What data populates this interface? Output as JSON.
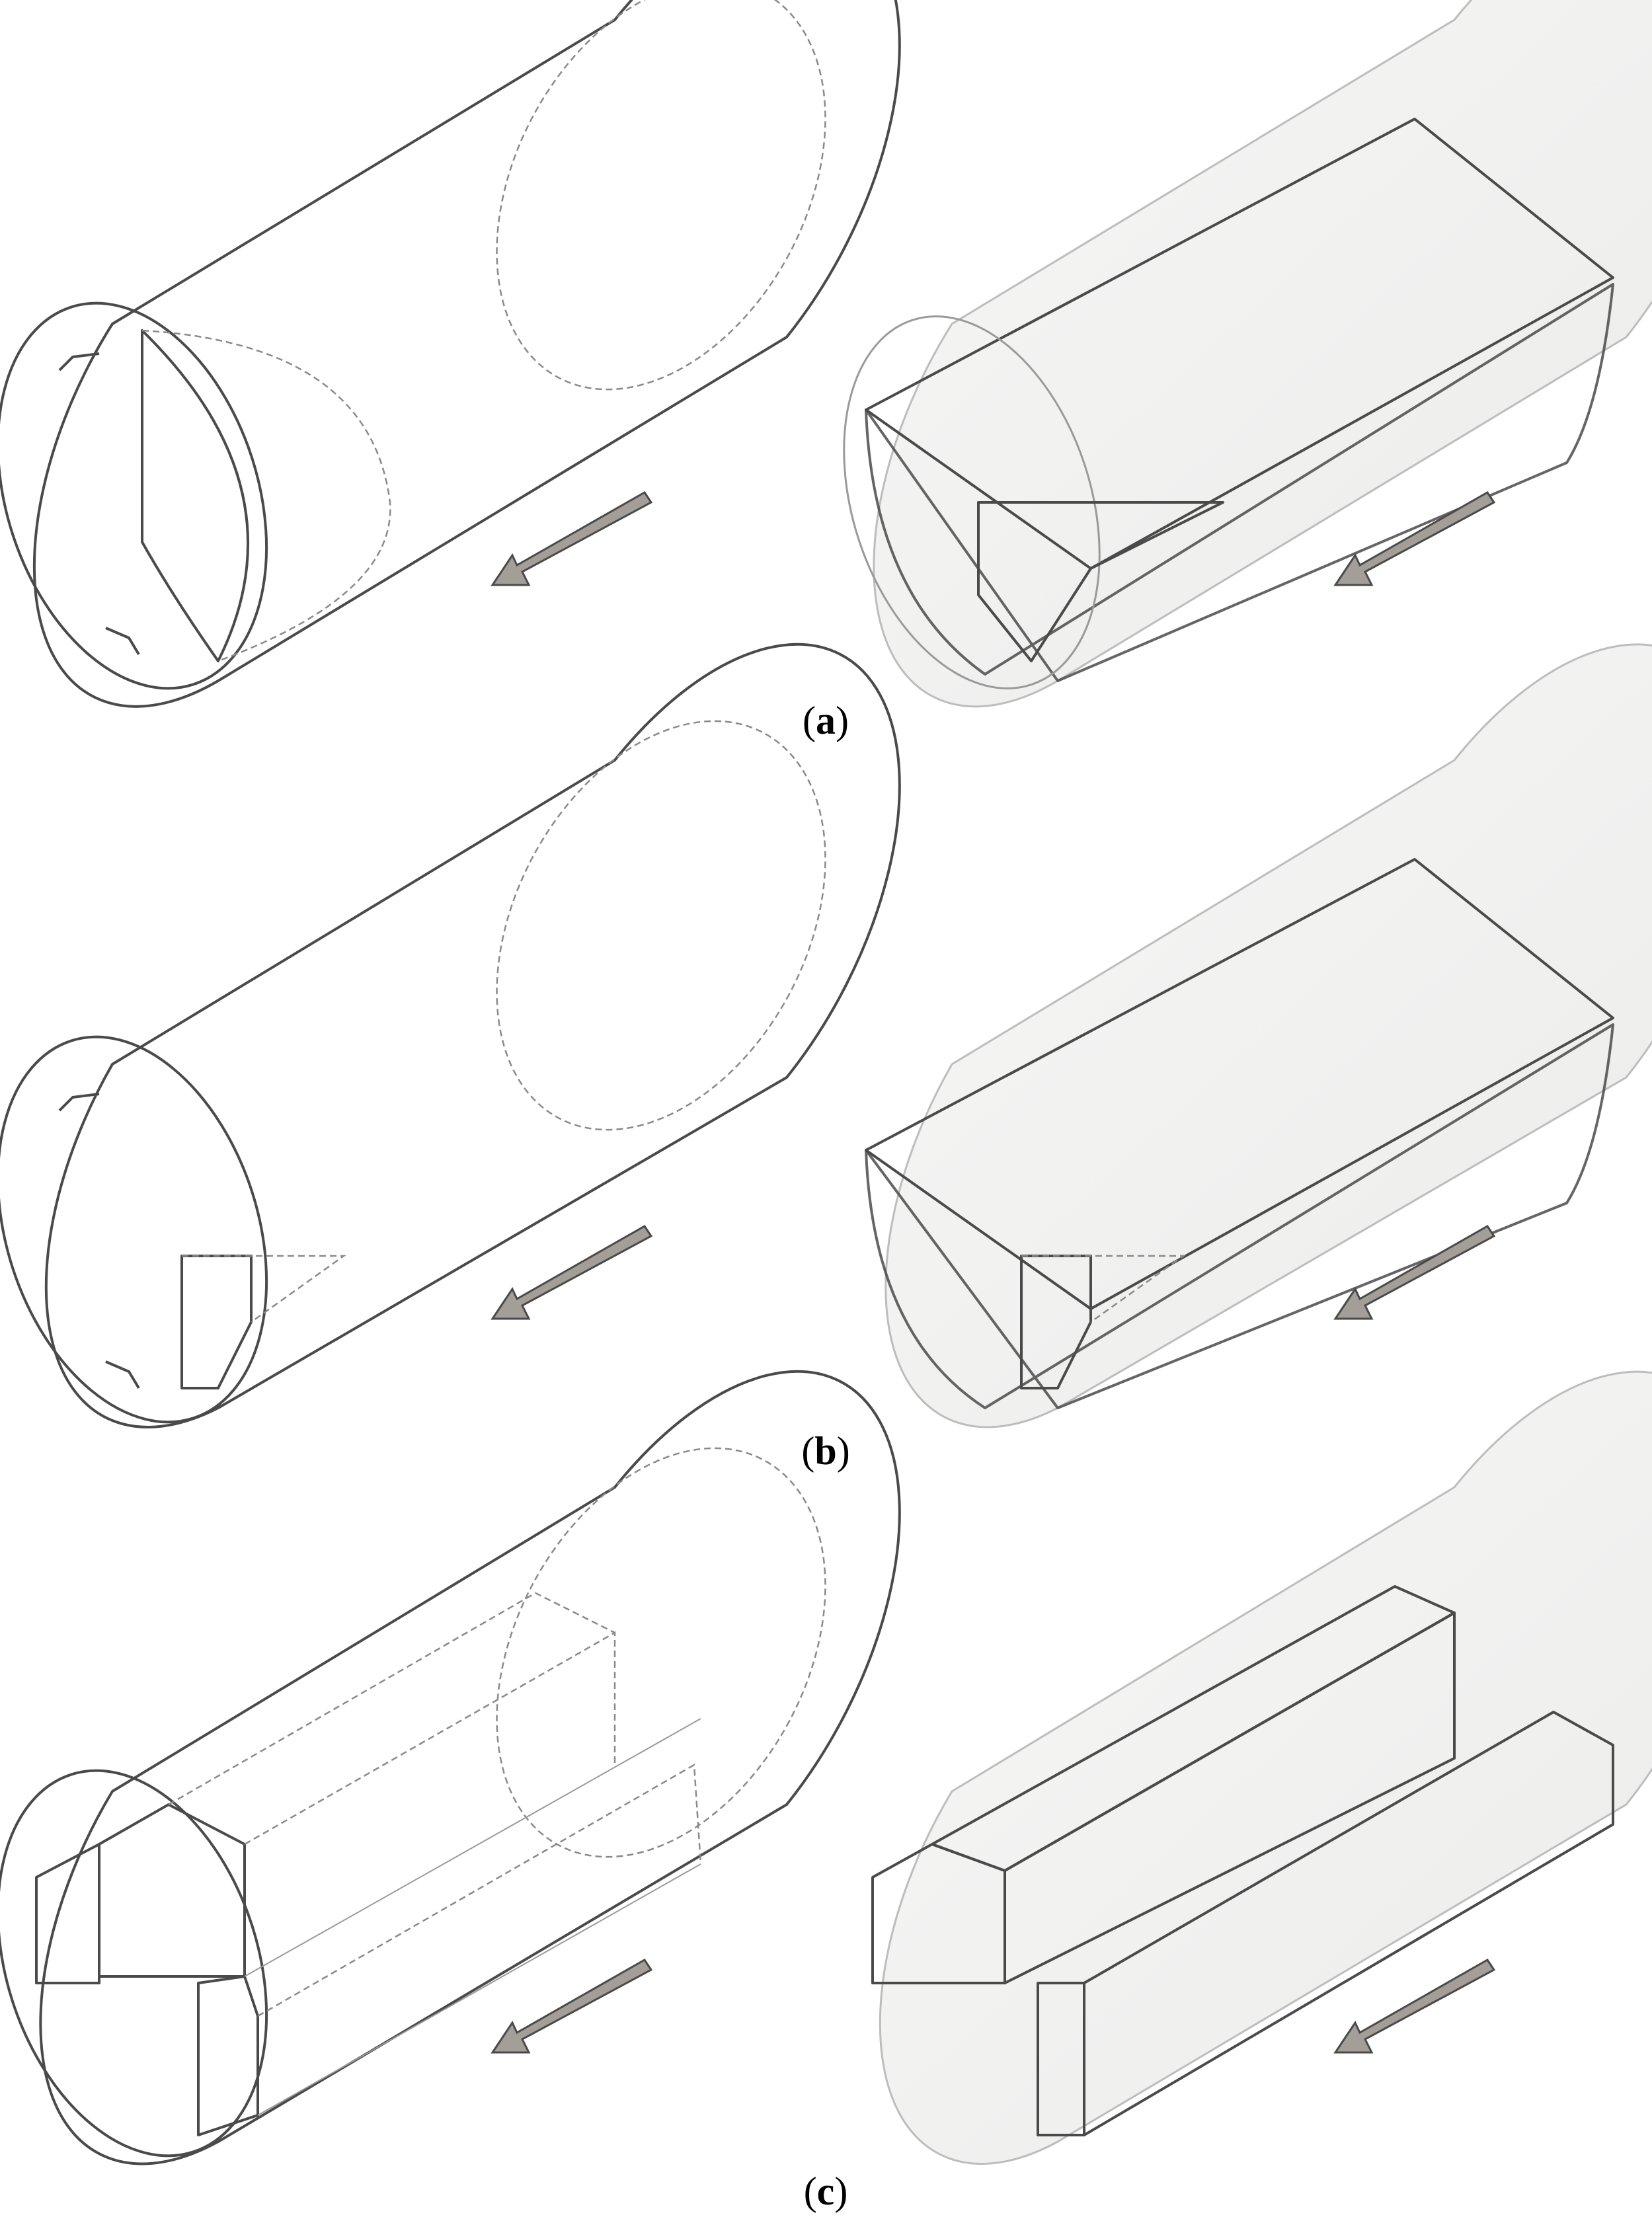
{
  "figure": {
    "panels": [
      {
        "id": "a",
        "open": "(",
        "letter": "a",
        "close": ")"
      },
      {
        "id": "b",
        "open": "(",
        "letter": "b",
        "close": ")"
      },
      {
        "id": "c",
        "open": "(",
        "letter": "c",
        "close": ")"
      }
    ],
    "colors": {
      "shell": "#cfcdc7",
      "shell_dark": "#bdbab3",
      "insert_face": "#d3cdc1",
      "edge": "#4a4a4a",
      "arrow": "#a39f98",
      "glass": "#f4f4f3"
    }
  }
}
